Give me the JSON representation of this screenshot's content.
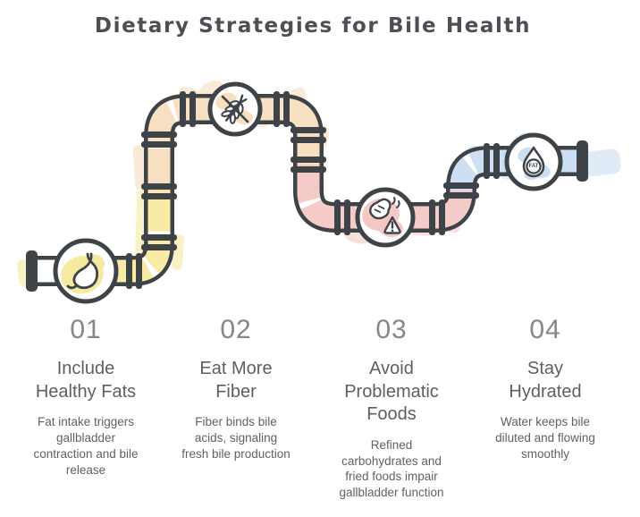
{
  "title": "Dietary Strategies for Bile Health",
  "fat_drop_label": "FAT",
  "colors": {
    "outline": "#3e4347",
    "yellow": "#f6e99b",
    "peach": "#f6dcba",
    "pink": "#f4c5c3",
    "blue": "#c8dcf2",
    "title-text": "#4c5055",
    "number-text": "#85888b",
    "heading-text": "#5c6064",
    "body-text": "#5e6266"
  },
  "steps": [
    {
      "number": "01",
      "title": "Include Healthy Fats",
      "description": "Fat intake triggers gallbladder contraction and bile release",
      "icon": "stomach-icon",
      "color": "#f6e99b"
    },
    {
      "number": "02",
      "title": "Eat More Fiber",
      "description": "Fiber binds bile acids, signaling fresh bile production",
      "icon": "no-wheat-icon",
      "color": "#f6dcba"
    },
    {
      "number": "03",
      "title": "Avoid Problematic Foods",
      "description": "Refined carbohydrates and fried foods impair gallbladder function",
      "icon": "fried-food-warning-icon",
      "color": "#f4c5c3"
    },
    {
      "number": "04",
      "title": "Stay Hydrated",
      "description": "Water keeps bile diluted and flowing smoothly",
      "icon": "water-drop-fat-icon",
      "color": "#c8dcf2"
    }
  ]
}
